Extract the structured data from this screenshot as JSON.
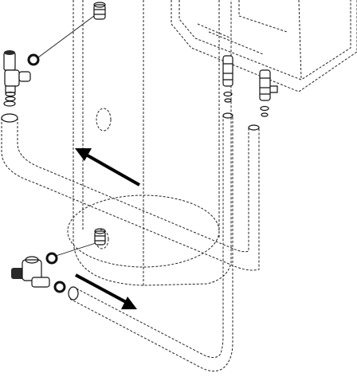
{
  "figure": {
    "description_text": "",
    "colors": {
      "line": "#111111",
      "dashed_line": "#222222",
      "arrow": "#000000",
      "valve_fill": "#2a2a2a",
      "background": "#ffffff"
    },
    "icons": [
      "tank-outline",
      "boiler-unit",
      "supply-valve",
      "return-valve",
      "flow-arrow-up",
      "flow-arrow-down",
      "o-ring-seal"
    ]
  }
}
